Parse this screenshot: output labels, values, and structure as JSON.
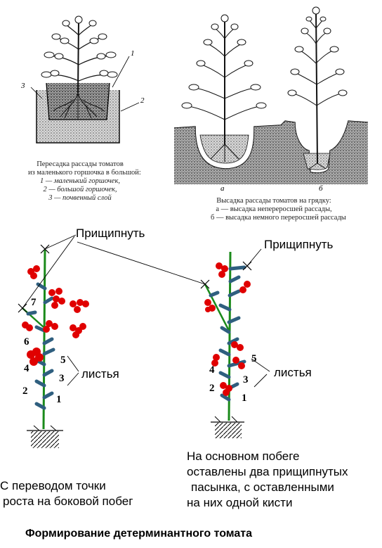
{
  "top_left": {
    "caption": [
      "Пересадка рассады томатов",
      "из маленького горшочка в большой:",
      "1 — маленький горшочек,",
      "2 — большой горшочек,",
      "3 — почвенный слой"
    ],
    "markers": [
      "1",
      "2",
      "3"
    ]
  },
  "top_right": {
    "caption": [
      "Высадка рассады томатов на грядку:",
      "а — высадка непереросшей рассады,",
      "б — высадка немного переросшей рассады"
    ],
    "markers": [
      "а",
      "б"
    ]
  },
  "labels": {
    "pinch_left": "Прищипнуть",
    "pinch_right": "Прищипнуть",
    "leaves_left": "листья",
    "leaves_right": "листья"
  },
  "left_numbers": [
    "7",
    "6",
    "5",
    "4",
    "3",
    "2",
    "1"
  ],
  "right_numbers": [
    "5",
    "4",
    "3",
    "2",
    "1"
  ],
  "left_note": [
    "С переводом точки",
    "роста на боковой побег"
  ],
  "right_note": [
    "На основном побеге",
    "оставлены два прищипнутых",
    "пасынка, с оставленными",
    "на них одной кисти"
  ],
  "footer_title": "Формирование детерминантного томата",
  "colors": {
    "stem": "#1a8a1a",
    "fruit": "#e00000",
    "leaf": "#2f5f7f"
  }
}
